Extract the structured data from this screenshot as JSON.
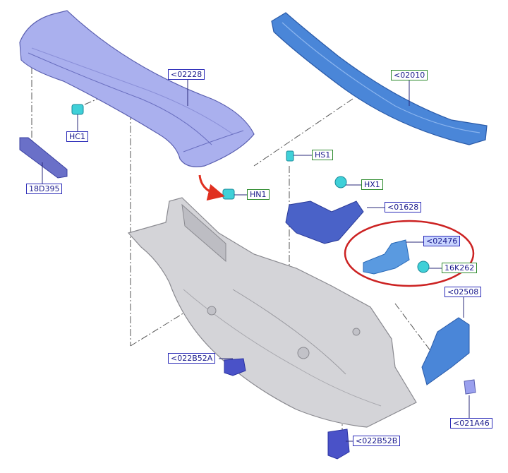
{
  "labels": {
    "l02228": "<02228",
    "l02010": "<02010",
    "hc1": "HC1",
    "l18d395": "18D395",
    "hn1": "HN1",
    "hs1": "HS1",
    "hx1": "HX1",
    "l01628": "<01628",
    "l02476": "<02476",
    "l16k262": "16K262",
    "l02508": "<02508",
    "l022b52a": "<022B52A",
    "l021a46": "<021A46",
    "l022b52b": "<022B52B"
  },
  "colors": {
    "part_blue": "#4a86d8",
    "part_lavender": "#aab0ee",
    "clip_teal": "#3fd0d8",
    "panel_grey": "#d4d4d8",
    "highlight_red": "#cc2222",
    "arrow_red": "#e03020"
  }
}
